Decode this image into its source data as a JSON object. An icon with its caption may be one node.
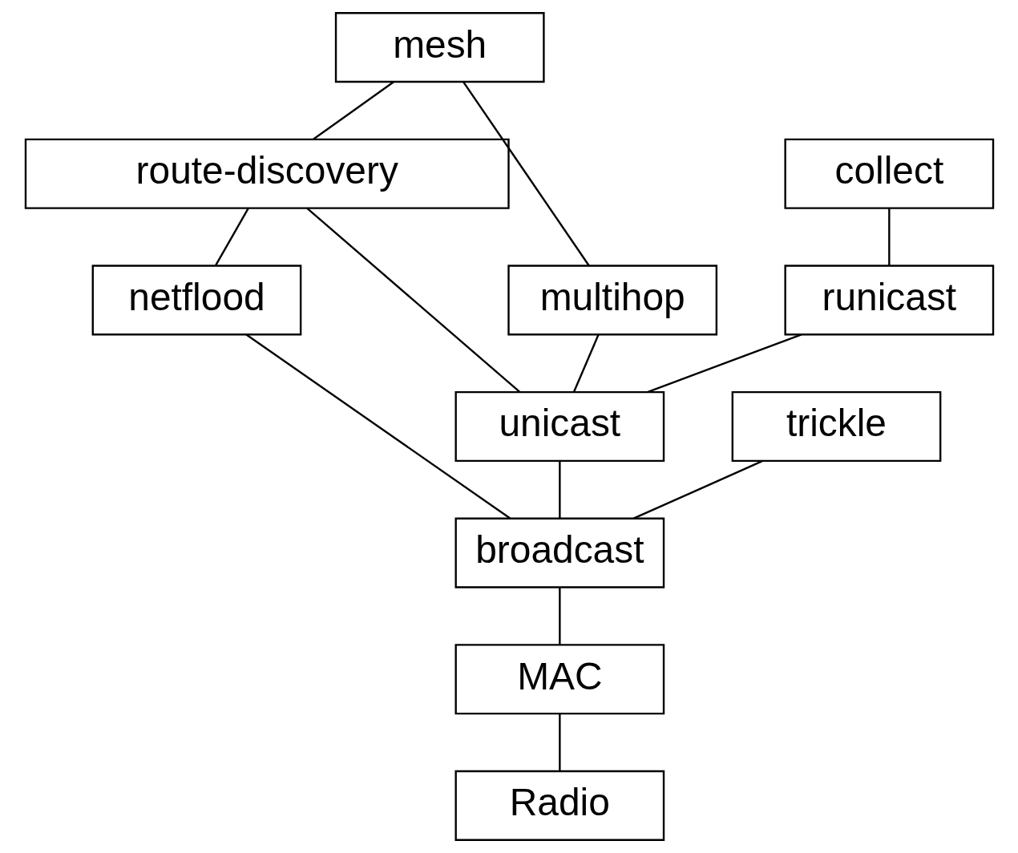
{
  "diagram": {
    "nodes": [
      {
        "text": [
          "mesh"
        ]
      },
      {
        "text": [
          "route-discovery"
        ]
      },
      {
        "text": [
          "collect"
        ]
      },
      {
        "text": [
          "runicast"
        ]
      },
      {
        "text": [
          "multihop"
        ]
      },
      {
        "text": [
          "netflood"
        ]
      },
      {
        "text": [
          "trickle"
        ]
      },
      {
        "text": [
          "unicast"
        ]
      },
      {
        "text": [
          "broadcast"
        ]
      },
      {
        "text": [
          "MAC"
        ]
      },
      {
        "text": [
          "Radio"
        ]
      }
    ],
    "edges": [
      {
        "from": 0,
        "to": 4,
        "arrow": "none"
      },
      {
        "from": 0,
        "to": 1,
        "arrow": "none"
      },
      {
        "from": 1,
        "to": 7,
        "arrow": "none"
      },
      {
        "from": 1,
        "to": 5,
        "arrow": "none"
      },
      {
        "from": 2,
        "to": 3,
        "arrow": "none"
      },
      {
        "from": 3,
        "to": 7,
        "arrow": "none"
      },
      {
        "from": 4,
        "to": 7,
        "arrow": "none"
      },
      {
        "from": 6,
        "to": 8,
        "arrow": "none"
      },
      {
        "from": 7,
        "to": 8,
        "arrow": "none"
      },
      {
        "from": 5,
        "to": 8,
        "arrow": "none"
      },
      {
        "from": 8,
        "to": 9,
        "arrow": "none"
      },
      {
        "from": 9,
        "to": 10,
        "arrow": "none"
      }
    ]
  }
}
